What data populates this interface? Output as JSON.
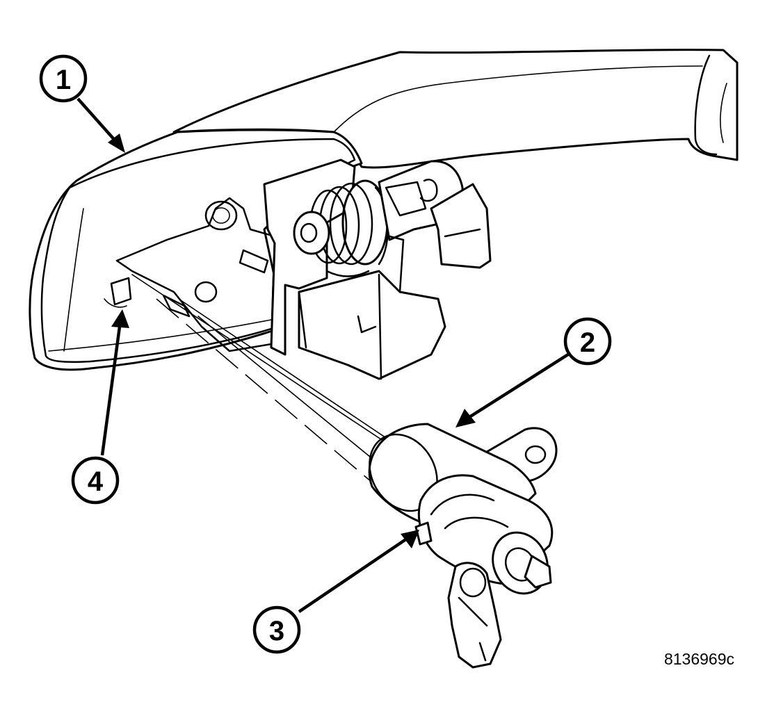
{
  "figure": {
    "id_label": "8136969c"
  },
  "callouts": [
    {
      "number": "1",
      "part": "door-handle"
    },
    {
      "number": "2",
      "part": "lock-cylinder"
    },
    {
      "number": "3",
      "part": "cylinder-retaining-tab"
    },
    {
      "number": "4",
      "part": "handle-tab-slot"
    }
  ],
  "colors": {
    "line": "#000000",
    "background": "#ffffff"
  }
}
